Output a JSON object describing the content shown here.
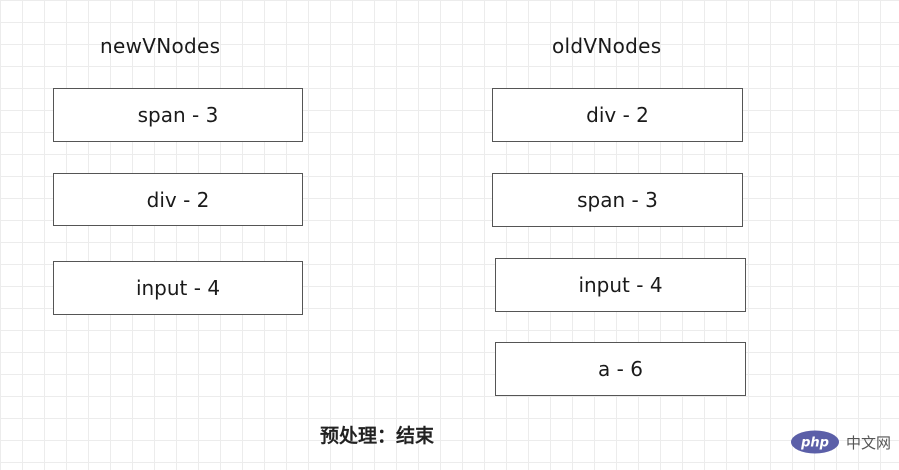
{
  "new_column": {
    "title": "newVNodes",
    "nodes": [
      "span - 3",
      "div - 2",
      "input - 4"
    ]
  },
  "old_column": {
    "title": "oldVNodes",
    "nodes": [
      "div - 2",
      "span - 3",
      "input - 4",
      "a - 6"
    ]
  },
  "caption": "预处理：结束",
  "watermark": {
    "logo_text": "php",
    "site_text": "中文网",
    "logo_color": "#5b5fa8"
  }
}
